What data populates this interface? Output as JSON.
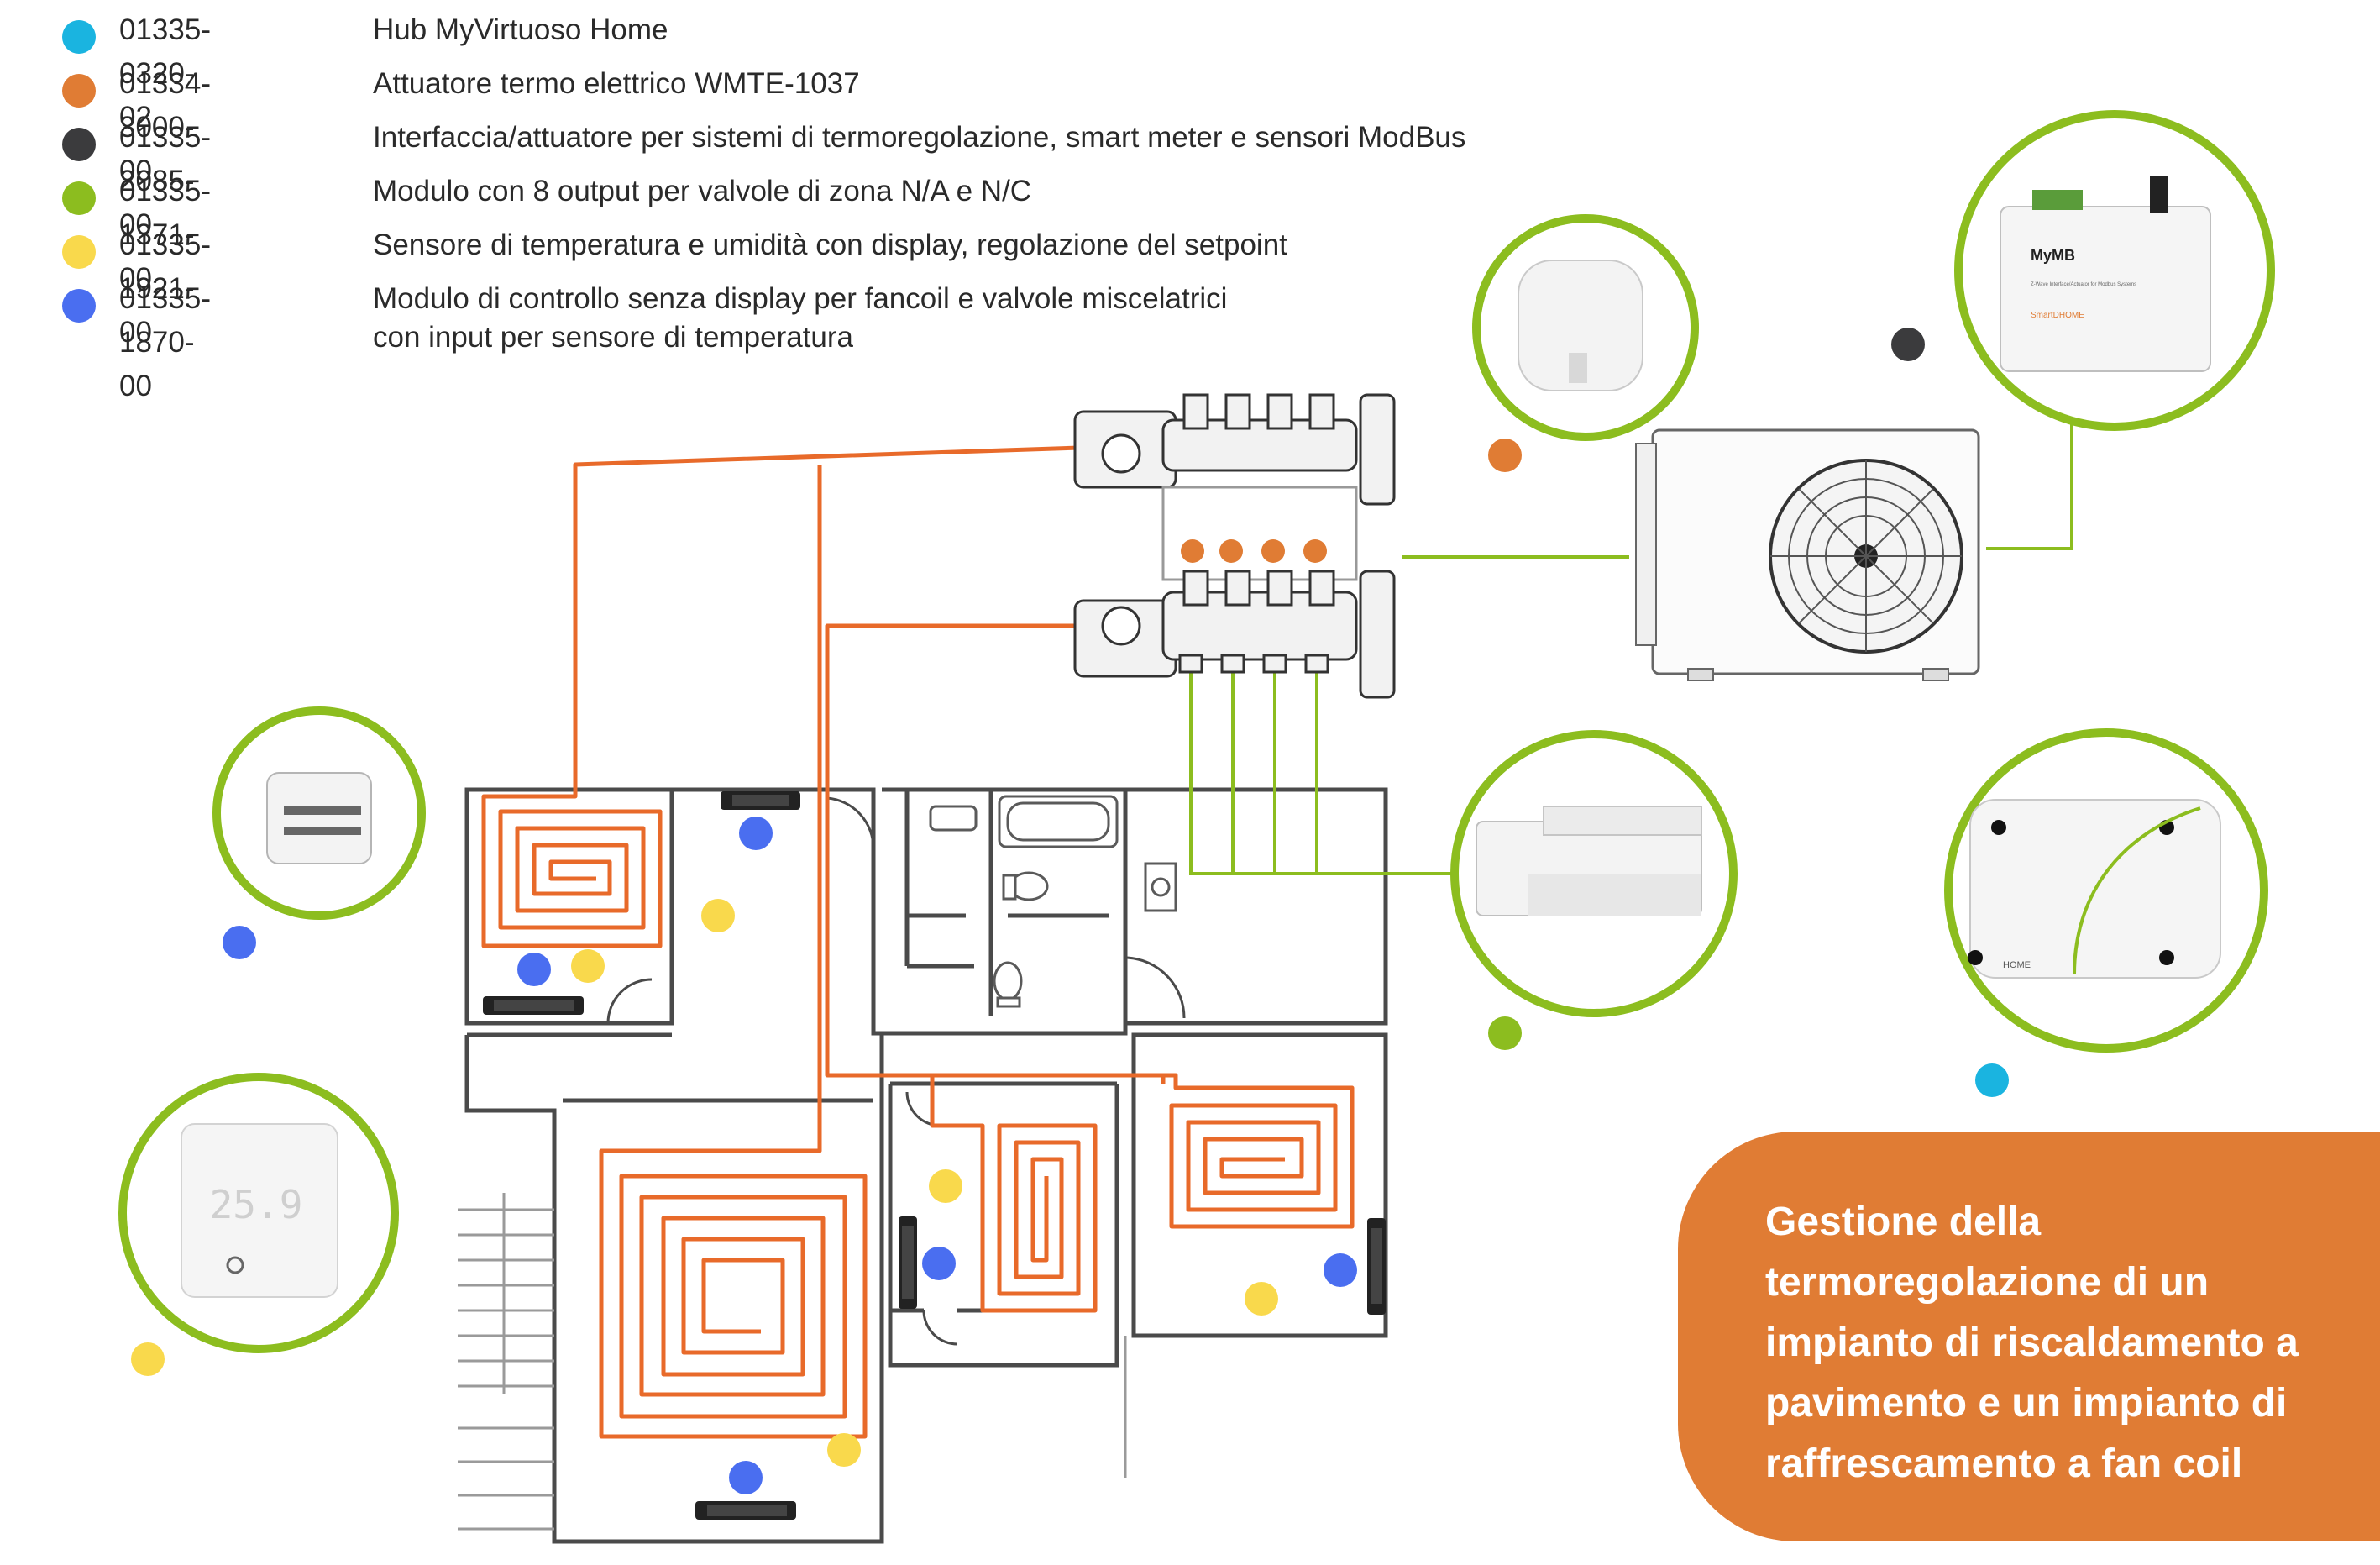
{
  "legend": [
    {
      "code": "01335-0320-02",
      "description": "Hub MyVirtuoso Home",
      "color": "#1ab4e0",
      "icon": "cyan-dot"
    },
    {
      "code": "01334-3000-00",
      "description": "Attuatore termo elettrico WMTE-1037",
      "color": "#e07c34",
      "icon": "orange-dot"
    },
    {
      "code": "01335-2085-00",
      "description": "Interfaccia/attuatore per sistemi di termoregolazione, smart meter e sensori ModBus",
      "color": "#3b3b3d",
      "icon": "dark-dot"
    },
    {
      "code": "01335-1371-00",
      "description": "Modulo con 8 output per valvole di zona N/A e N/C",
      "color": "#8cbd1f",
      "icon": "green-dot"
    },
    {
      "code": "01335-1921-00",
      "description": "Sensore di temperatura e umidità con display, regolazione del setpoint",
      "color": "#f9d94c",
      "icon": "yellow-dot"
    },
    {
      "code": "01335-1870-00",
      "description": "Modulo di controllo senza display per fancoil e valvole miscelatrici",
      "description_line2": "con input per sensore di temperatura",
      "color": "#4a6ef0",
      "icon": "blue-dot"
    }
  ],
  "devices": {
    "thermostat_display": "25.9",
    "mymb_title": "MyMB",
    "mymb_subtitle": "Z-Wave Interface/Actuator for Modbus Systems",
    "mymb_brand": "SmartDHOME",
    "hub_brand": "HOME"
  },
  "callout": {
    "lines": [
      "Gestione della",
      "termoregolazione di un",
      "impianto di riscaldamento a",
      "pavimento e un impianto di",
      "raffrescamento a fan coil"
    ]
  },
  "colors": {
    "pipe_orange": "#e86a2a",
    "wire_green": "#8cbd1f",
    "callout_bg": "#e07c34"
  }
}
